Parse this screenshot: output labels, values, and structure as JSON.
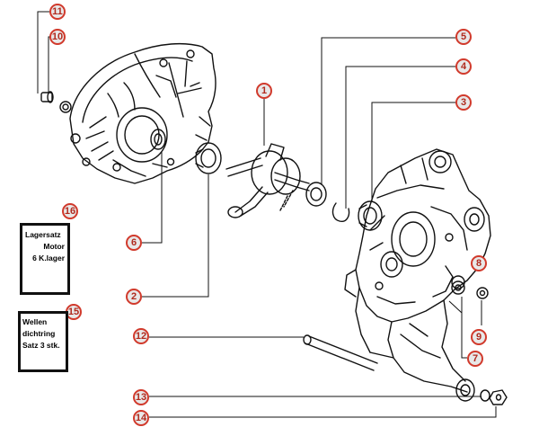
{
  "callouts": {
    "n1": "1",
    "n2": "2",
    "n3": "3",
    "n4": "4",
    "n5": "5",
    "n6": "6",
    "n7": "7",
    "n8": "8",
    "n9": "9",
    "n10": "10",
    "n11": "11",
    "n12": "12",
    "n13": "13",
    "n14": "14",
    "n15": "15",
    "n16": "16"
  },
  "boxes": {
    "bearing_set": {
      "line1": "Lagersatz",
      "line2": "Motor",
      "line3": "6 K.lager"
    },
    "shaft_seal": {
      "line1": "Wellen",
      "line2": "dichtring",
      "line3": "Satz 3 stk."
    }
  },
  "colors": {
    "callout_ring": "#d13a2c",
    "callout_text": "#b02a1e",
    "line_art": "#111111"
  }
}
